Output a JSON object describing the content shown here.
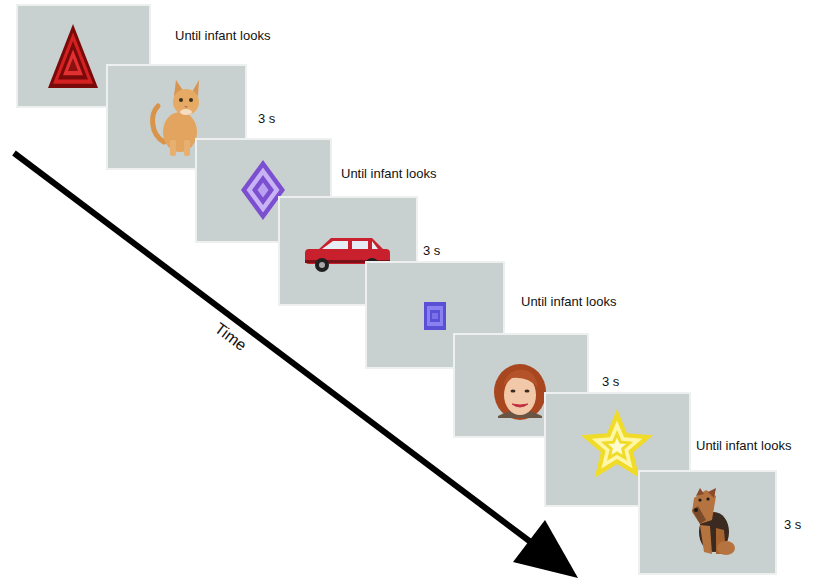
{
  "diagram": {
    "labels": [
      "Until infant looks",
      "3 s",
      "Until infant looks",
      "3 s",
      "Until infant looks",
      "3 s",
      "Until infant looks",
      "3 s",
      "Time"
    ]
  }
}
